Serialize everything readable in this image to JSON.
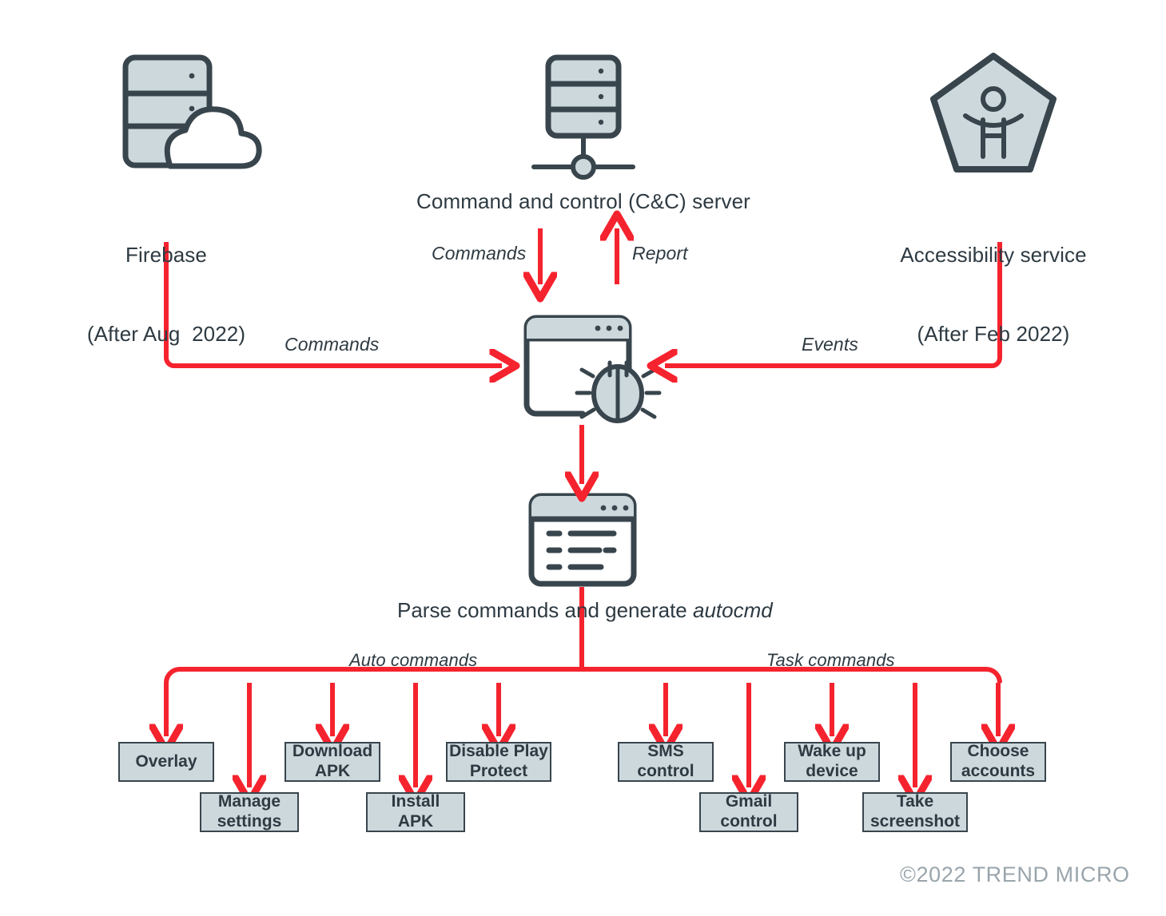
{
  "meta": {
    "title": "Infection routine flow",
    "copyright": "©2022 TREND MICRO",
    "colors": {
      "arrow_red": "#F5232E",
      "ink": "#2E3A42",
      "icon_fill": "#CDD8DD",
      "box_fill": "#CDD8DD",
      "box_border": "#39454D",
      "copyright_gray": "#9AA5AC",
      "background": "#FFFFFF"
    }
  },
  "nodes": {
    "firebase": {
      "icon": "database-cloud-icon",
      "line1": "Firebase",
      "line2": "(After Aug  2022)"
    },
    "cc_server": {
      "icon": "server-rack-icon",
      "line1": "Command and control (C&C) server"
    },
    "accessibility": {
      "icon": "accessibility-pentagon-icon",
      "line1": "Accessibility service",
      "line2": "(After Feb 2022)"
    },
    "malware": {
      "icon": "window-bug-icon"
    },
    "parser": {
      "icon": "window-list-icon",
      "text_plain": "Parse commands and generate ",
      "text_italic": "autocmd"
    }
  },
  "edges": {
    "firebase_to_malware": "Commands",
    "cc_to_malware": "Commands",
    "malware_to_cc": "Report",
    "accessibility_to_malware": "Events",
    "auto_branch": "Auto commands",
    "task_branch": "Task commands"
  },
  "commands": {
    "auto": [
      {
        "label": "Overlay",
        "row": 1
      },
      {
        "label": "Manage\nsettings",
        "row": 2
      },
      {
        "label": "Download\nAPK",
        "row": 1
      },
      {
        "label": "Install\nAPK",
        "row": 2
      },
      {
        "label": "Disable Play\nProtect",
        "row": 1
      }
    ],
    "task": [
      {
        "label": "SMS\ncontrol",
        "row": 1
      },
      {
        "label": "Gmail\ncontrol",
        "row": 2
      },
      {
        "label": "Wake up\ndevice",
        "row": 1
      },
      {
        "label": "Take\nscreenshot",
        "row": 2
      },
      {
        "label": "Choose\naccounts",
        "row": 1
      }
    ]
  }
}
